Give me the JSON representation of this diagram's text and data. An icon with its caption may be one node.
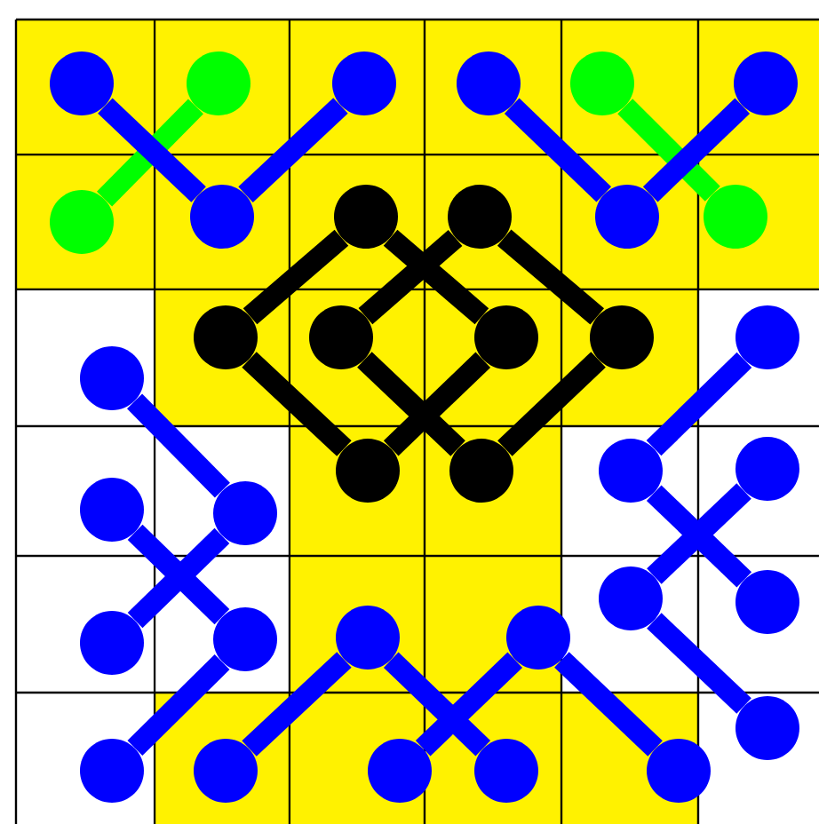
{
  "diagram": {
    "nodes": [
      {
        "text": [],
        "shape": "circle"
      },
      {
        "text": [],
        "shape": "circle"
      },
      {
        "text": [],
        "shape": "circle"
      },
      {
        "text": [],
        "shape": "circle"
      },
      {
        "text": [],
        "shape": "circle"
      },
      {
        "text": [],
        "shape": "circle"
      },
      {
        "text": [],
        "shape": "circle"
      },
      {
        "text": [],
        "shape": "circle"
      },
      {
        "text": [],
        "shape": "circle"
      },
      {
        "text": [],
        "shape": "circle"
      },
      {
        "text": [],
        "shape": "circle"
      },
      {
        "text": [],
        "shape": "circle"
      },
      {
        "text": [],
        "shape": "circle"
      },
      {
        "text": [],
        "shape": "circle"
      },
      {
        "text": [],
        "shape": "circle"
      },
      {
        "text": [],
        "shape": "circle"
      },
      {
        "text": [],
        "shape": "circle"
      },
      {
        "text": [],
        "shape": "circle"
      },
      {
        "text": [],
        "shape": "circle"
      },
      {
        "text": [],
        "shape": "circle"
      },
      {
        "text": [],
        "shape": "circle"
      },
      {
        "text": [],
        "shape": "circle"
      },
      {
        "text": [],
        "shape": "circle"
      },
      {
        "text": [],
        "shape": "circle"
      },
      {
        "text": [],
        "shape": "circle"
      },
      {
        "text": [],
        "shape": "circle"
      },
      {
        "text": [],
        "shape": "circle"
      },
      {
        "text": [],
        "shape": "circle"
      },
      {
        "text": [],
        "shape": "circle"
      },
      {
        "text": [],
        "shape": "circle"
      },
      {
        "text": [],
        "shape": "circle"
      },
      {
        "text": [],
        "shape": "circle"
      },
      {
        "text": [],
        "shape": "circle"
      },
      {
        "text": [],
        "shape": "circle"
      },
      {
        "text": [],
        "shape": "circle"
      },
      {
        "text": [],
        "shape": "circle"
      }
    ],
    "edges": [
      {
        "from": 1,
        "to": 6,
        "arrow": "none",
        "color": "#00ff00"
      },
      {
        "from": 4,
        "to": 11,
        "arrow": "none",
        "color": "#00ff00"
      },
      {
        "from": 0,
        "to": 7,
        "arrow": "none"
      },
      {
        "from": 7,
        "to": 2,
        "arrow": "none"
      },
      {
        "from": 3,
        "to": 10,
        "arrow": "none"
      },
      {
        "from": 10,
        "to": 5,
        "arrow": "none"
      },
      {
        "from": 8,
        "to": 12,
        "arrow": "none",
        "color": "#000000"
      },
      {
        "from": 12,
        "to": 18,
        "arrow": "none",
        "color": "#000000"
      },
      {
        "from": 18,
        "to": 14,
        "arrow": "none",
        "color": "#000000"
      },
      {
        "from": 14,
        "to": 8,
        "arrow": "none",
        "color": "#000000"
      },
      {
        "from": 9,
        "to": 13,
        "arrow": "none",
        "color": "#000000"
      },
      {
        "from": 13,
        "to": 19,
        "arrow": "none",
        "color": "#000000"
      },
      {
        "from": 19,
        "to": 15,
        "arrow": "none",
        "color": "#000000"
      },
      {
        "from": 15,
        "to": 9,
        "arrow": "none",
        "color": "#000000"
      },
      {
        "from": 17,
        "to": 23,
        "arrow": "none"
      },
      {
        "from": 22,
        "to": 27,
        "arrow": "none"
      },
      {
        "from": 23,
        "to": 26,
        "arrow": "none"
      },
      {
        "from": 27,
        "to": 31,
        "arrow": "none"
      },
      {
        "from": 32,
        "to": 28,
        "arrow": "none"
      },
      {
        "from": 28,
        "to": 34,
        "arrow": "none"
      },
      {
        "from": 33,
        "to": 29,
        "arrow": "none"
      },
      {
        "from": 29,
        "to": 35,
        "arrow": "none"
      },
      {
        "from": 16,
        "to": 20,
        "arrow": "none"
      },
      {
        "from": 20,
        "to": 25,
        "arrow": "none"
      },
      {
        "from": 21,
        "to": 24,
        "arrow": "none"
      },
      {
        "from": 24,
        "to": 30,
        "arrow": "none"
      }
    ]
  }
}
